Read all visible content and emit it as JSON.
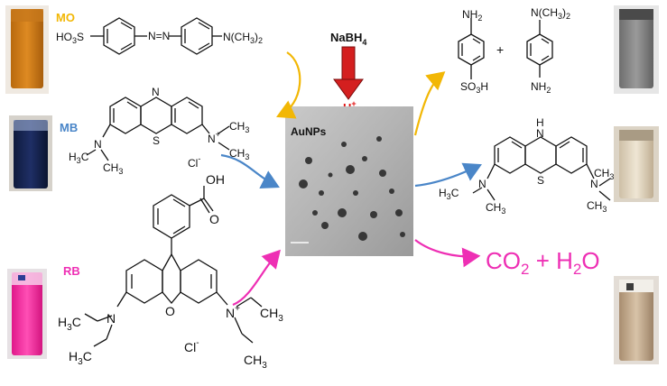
{
  "labels": {
    "mo": "MO",
    "mb": "MB",
    "rb": "RB"
  },
  "reagent": {
    "top": "NaBH",
    "sub": "4",
    "proton": "H",
    "proton_sup": "+"
  },
  "catalyst": {
    "label": "AuNPs"
  },
  "mo_molecule": {
    "so3_left": "HO",
    "so3_right": "S",
    "so3_sub": "3",
    "amine": "N(CH",
    "amine_sub": "3",
    "amine_end": ")",
    "amine_end_sub": "2",
    "azo": "N=N"
  },
  "mb_molecule": {
    "ring_n": "N",
    "ring_s": "S",
    "left_amine": "N",
    "left_me1": "CH",
    "left_me1_sub": "3",
    "left_me2": "H",
    "left_me2_sub": "3",
    "left_me2_end": "C",
    "right_n": "N",
    "right_n_sup": "+",
    "right_me1": "CH",
    "right_me1_sub": "3",
    "right_me2": "CH",
    "right_me2_sub": "3",
    "counter_ion": "Cl",
    "counter_sup": "-"
  },
  "rb_molecule": {
    "cooh": "OH",
    "carbonyl_o": "O",
    "ring_o": "O",
    "left_n": "N",
    "left_et1": "H",
    "left_et1_sub": "3",
    "left_et1_end": "C",
    "left_et2": "H",
    "left_et2_sub": "3",
    "left_et2_end": "C",
    "right_n": "N",
    "right_n_sup": "+",
    "right_et1": "CH",
    "right_et1_sub": "3",
    "right_et2": "CH",
    "right_et2_sub": "3",
    "counter_ion": "Cl",
    "counter_sup": "-"
  },
  "mo_products": {
    "p1_top": "NH",
    "p1_top_sub": "2",
    "p1_bottom": "SO",
    "p1_bottom_sub": "3",
    "p1_bottom_end": "H",
    "plus": "+",
    "p2_top": "N(CH",
    "p2_top_sub": "3",
    "p2_top_end": ")",
    "p2_top_end_sub": "2",
    "p2_bottom": "NH",
    "p2_bottom_sub": "2"
  },
  "mb_product": {
    "nh": "H",
    "n_ring": "N",
    "s_ring": "S",
    "left_n": "N",
    "left_me1": "H",
    "left_me1_sub": "3",
    "left_me1_end": "C",
    "left_me2": "CH",
    "left_me2_sub": "3",
    "right_n": "N",
    "right_me1": "CH",
    "right_me1_sub": "3",
    "right_me2": "CH",
    "right_me2_sub": "3"
  },
  "rb_product": {
    "co2": "CO",
    "co2_sub": "2",
    "plus": " + ",
    "h2o_h": "H",
    "h2o_sub": "2",
    "h2o_o": "O"
  },
  "colors": {
    "mo": "#f2b705",
    "mb": "#4a86c8",
    "rb": "#ee2fb4",
    "reagent_arrow": "#d41f1f",
    "proton": "#e01010"
  }
}
